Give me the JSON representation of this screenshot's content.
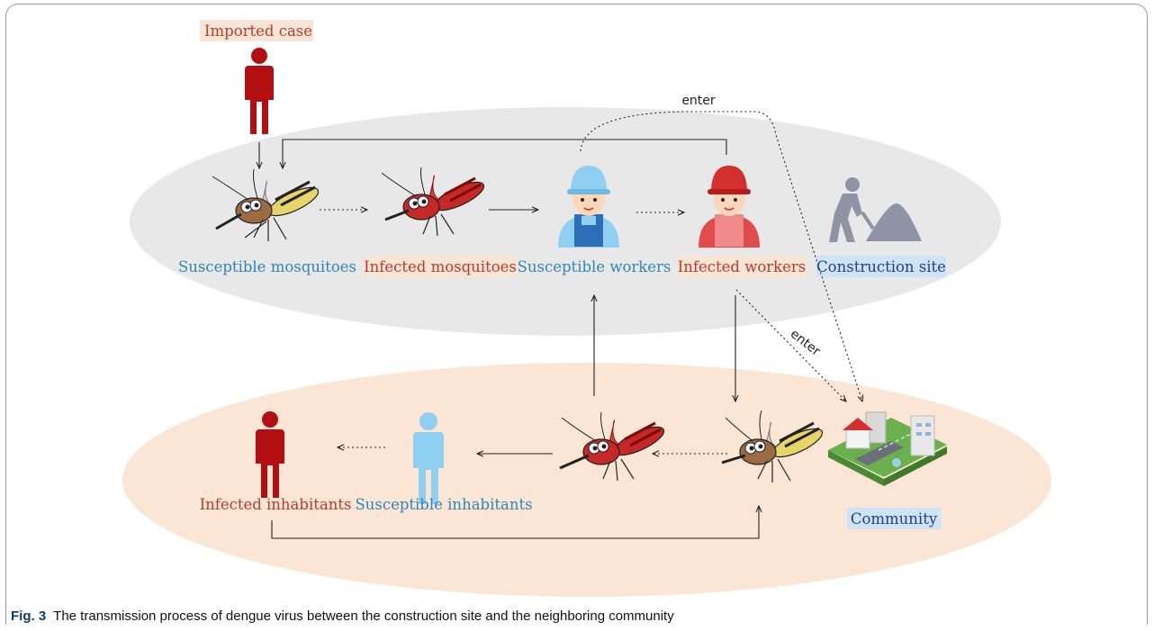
{
  "labels": {
    "imported_case": "Imported case",
    "susceptible_mosquitoes": "Susceptible mosquitoes",
    "infected_mosquitoes": "Infected mosquitoes",
    "susceptible_workers": "Susceptible workers",
    "infected_workers": "Infected workers",
    "construction_site": "Construction site",
    "infected_inhabitants": "Infected inhabitants",
    "susceptible_inhabitants": "Susceptible inhabitants",
    "community": "Community",
    "enter_top": "enter",
    "enter_diagonal": "enter"
  },
  "caption": {
    "figure_number": "Fig. 3",
    "text": "The transmission process of dengue virus between the construction site and the neighboring community"
  },
  "colors": {
    "site_ellipse": "#e8e8e8",
    "community_ellipse": "#fbe6d6",
    "infected_red": "#b30f12",
    "susceptible_blue": "#8fd0f2",
    "label_red": "#c0392b",
    "label_blue": "#2e86b8",
    "highlight_beige": "#f7e6d6",
    "highlight_blue": "#cfe3f7",
    "figure_label_navy": "#0b3a75"
  }
}
